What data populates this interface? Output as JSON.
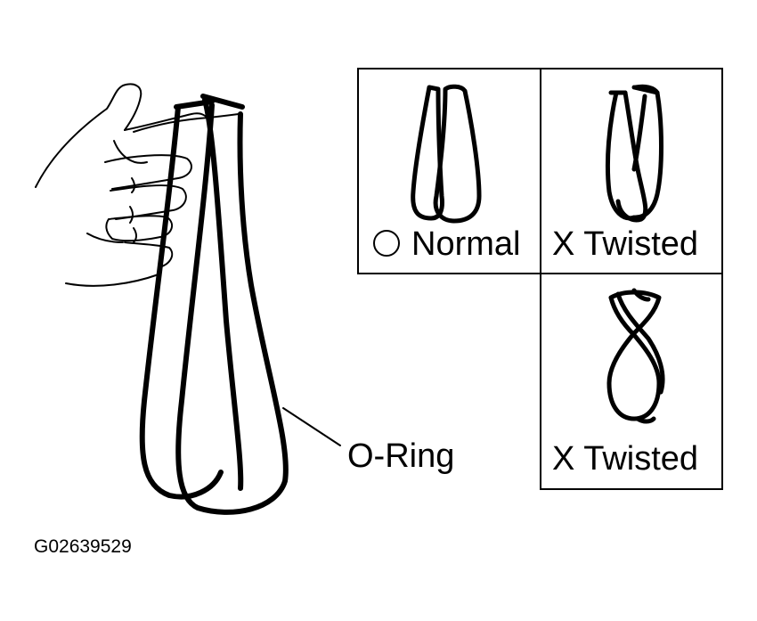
{
  "labels": {
    "o_ring": "O-Ring",
    "normal": "Normal",
    "twisted_top": "X Twisted",
    "twisted_bottom": "X Twisted",
    "figure_code": "G02639529"
  },
  "symbols": {
    "normal_mark": "circle-icon"
  },
  "colors": {
    "ink": "#000000",
    "background": "#ffffff"
  }
}
